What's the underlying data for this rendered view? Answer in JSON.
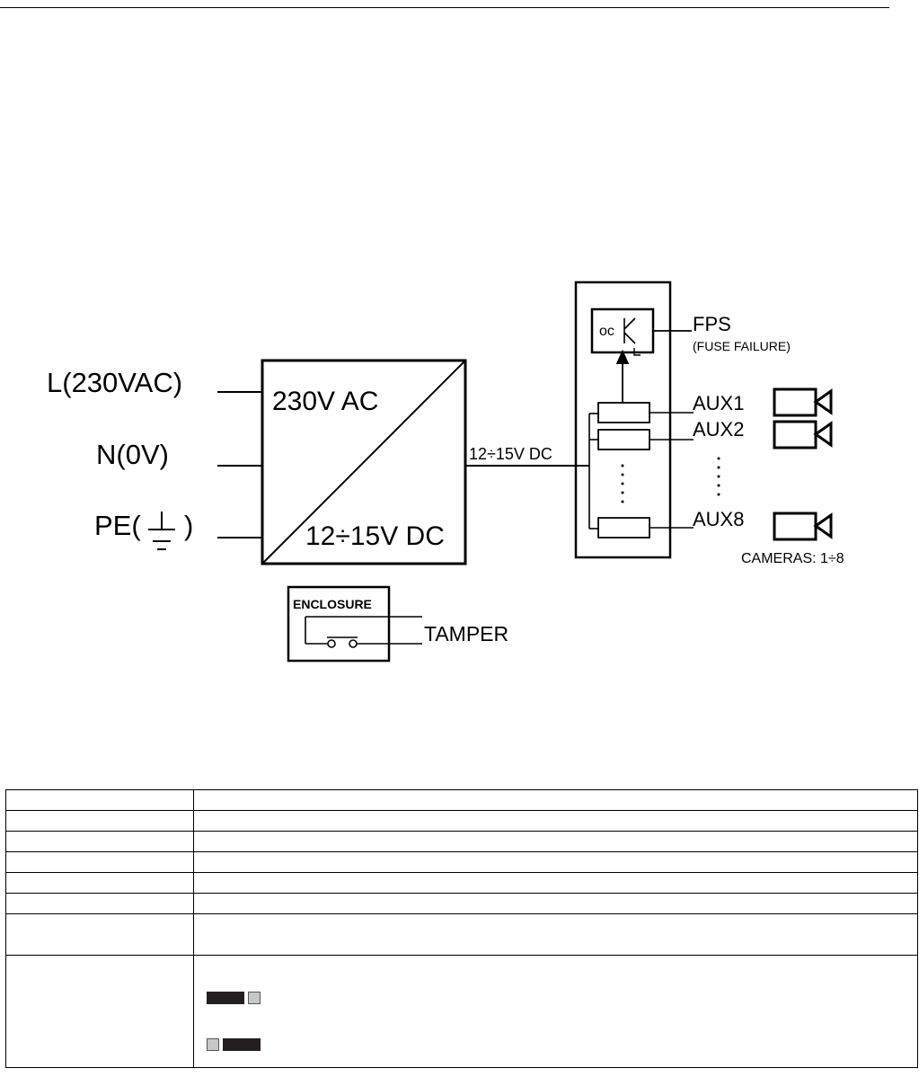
{
  "diagram": {
    "inputs": [
      "L(230VAC)",
      "N(0V)",
      "PE(",
      ")"
    ],
    "converter": {
      "top_label": "230V AC",
      "bottom_label": "12÷15V DC"
    },
    "dc_bus_label": "12÷15V DC",
    "fps": {
      "label": "FPS",
      "sublabel": "(FUSE FAILURE)",
      "oc_label": "oc"
    },
    "aux_outputs": [
      "AUX1",
      "AUX2",
      "AUX8"
    ],
    "cameras_label": "CAMERAS: 1÷8",
    "enclosure": {
      "label": "ENCLOSURE",
      "tamper_label": "TAMPER"
    }
  },
  "colors": {
    "line": "#000000",
    "led_dark": "#231f20",
    "led_light": "#c7c7c7"
  },
  "table": {
    "rows": [
      {
        "height": "s"
      },
      {
        "height": "s"
      },
      {
        "height": "s"
      },
      {
        "height": "s"
      },
      {
        "height": "s"
      },
      {
        "height": "s"
      },
      {
        "height": "m"
      },
      {
        "height": "l"
      }
    ]
  }
}
